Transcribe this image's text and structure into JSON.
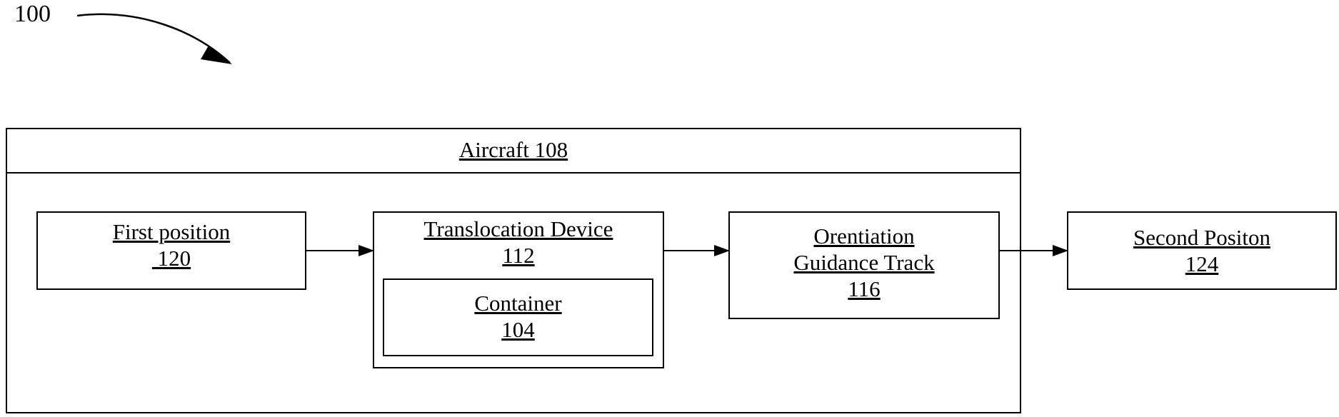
{
  "figure": {
    "label": "100"
  },
  "aircraft": {
    "title": "Aircraft 108"
  },
  "nodes": {
    "first_position": {
      "line1": "First position",
      "line2": " 120"
    },
    "translocation_device": {
      "line1": "Translocation Device",
      "line2": "112"
    },
    "container": {
      "line1": "Container",
      "line2": "104"
    },
    "orientation_track": {
      "line1": "Orentiation",
      "line2": "Guidance Track",
      "line3": "116"
    },
    "second_position": {
      "line1": "Second Positon",
      "line2": "124"
    }
  },
  "colors": {
    "line": "#000000",
    "background": "#ffffff"
  }
}
